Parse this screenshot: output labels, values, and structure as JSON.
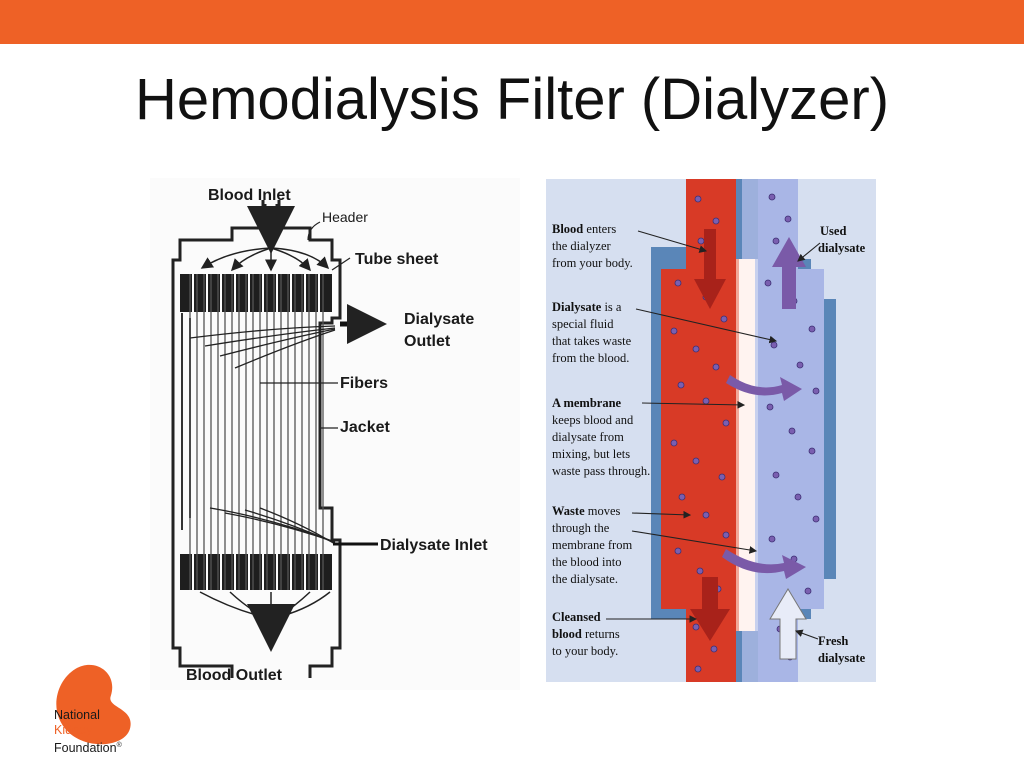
{
  "slide": {
    "title": "Hemodialysis Filter (Dialyzer)",
    "accent_color": "#ee6126"
  },
  "left_diagram": {
    "labels": {
      "blood_inlet": "Blood Inlet",
      "header": "Header",
      "tube_sheet": "Tube sheet",
      "dialysate_outlet_1": "Dialysate",
      "dialysate_outlet_2": "Outlet",
      "fibers": "Fibers",
      "jacket": "Jacket",
      "dialysate_inlet": "Dialysate Inlet",
      "blood_outlet": "Blood Outlet"
    }
  },
  "right_diagram": {
    "colors": {
      "blood": "#d83a26",
      "dialysate": "#a9b6e6",
      "background": "#d6dff0",
      "housing": "#5a86b8"
    },
    "blood_enters": {
      "bold": "Blood",
      "l1": " enters",
      "l2": "the dialyzer",
      "l3": "from your body."
    },
    "dialysate_is": {
      "bold": "Dialysate",
      "l1": " is a",
      "l2": "special fluid",
      "l3": "that takes waste",
      "l4": "from the blood."
    },
    "membrane": {
      "bold": "A membrane",
      "l1": "keeps blood and",
      "l2": "dialysate from",
      "l3": "mixing, but lets",
      "l4": "waste pass through."
    },
    "waste": {
      "bold": "Waste",
      "l1": " moves",
      "l2": "through the",
      "l3": "membrane from",
      "l4": "the blood into",
      "l5": "the dialysate."
    },
    "cleansed": {
      "bold1": "Cleansed",
      "bold2": "blood",
      "l2": " returns",
      "l3": "to your body."
    },
    "used": {
      "l1": "Used",
      "l2": "dialysate"
    },
    "fresh": {
      "l1": "Fresh",
      "l2": "dialysate"
    }
  },
  "logo": {
    "line1": "National",
    "line2": "Kidney",
    "line3": "Foundation",
    "mark": "®"
  }
}
